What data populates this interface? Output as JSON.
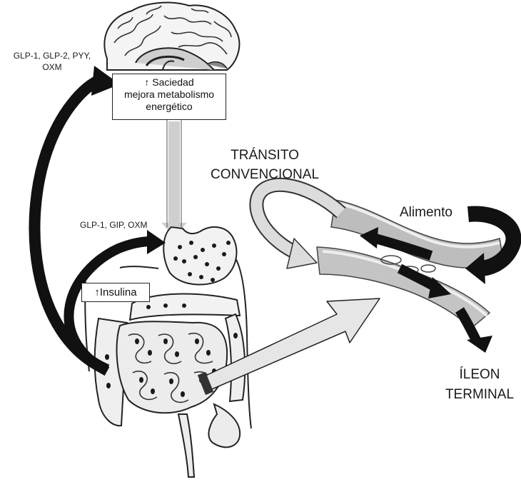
{
  "brain_box": {
    "line1": "↑ Saciedad",
    "line2": "mejora metabolismo",
    "line3": "energético"
  },
  "hormones_brain": {
    "line1": "GLP-1, GLP-2, PYY,",
    "line2": "OXM"
  },
  "hormones_gut": "GLP-1, GIP, OXM",
  "insulin_box": "↑Insulina",
  "transit": {
    "line1": "TRÁNSITO",
    "line2": "CONVENCIONAL"
  },
  "food_label": "Alimento",
  "ileon": {
    "line1": "ÍLEON",
    "line2": "TERMINAL"
  }
}
